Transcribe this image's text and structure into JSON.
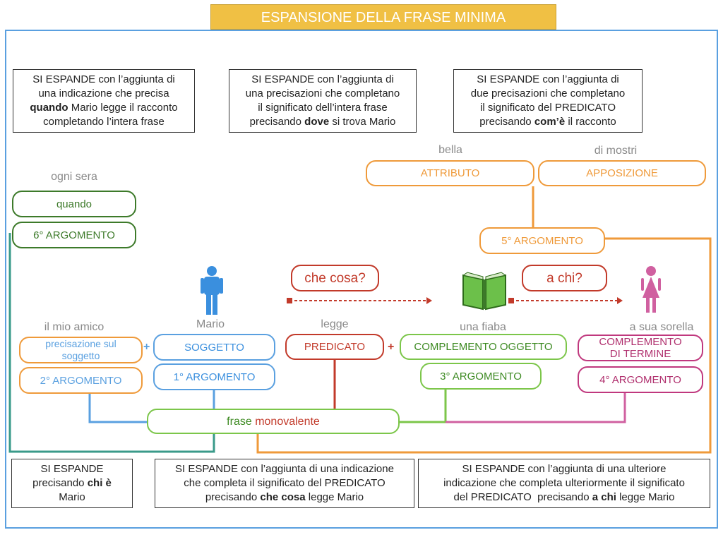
{
  "title": "ESPANSIONE DELLA FRASE MINIMA",
  "notes": {
    "top_left": [
      "SI ESPANDE con l’aggiunta di",
      "una indicazione che precisa",
      {
        "bold": "quando",
        "rest": " Mario legge il racconto"
      },
      "completando l’intera frase"
    ],
    "top_mid": [
      "SI ESPANDE con l’aggiunta di",
      "una precisazioni che completano",
      "il significato dell’intera frase",
      {
        "pre": "precisando ",
        "bold": "dove",
        "rest": " si trova Mario"
      }
    ],
    "top_right": [
      "SI ESPANDE con l’aggiunta di",
      "due precisazioni che completano",
      "il significato del PREDICATO",
      {
        "pre": "precisando ",
        "bold": "com’è",
        "rest": " il racconto"
      }
    ],
    "bottom_left": [
      "SI ESPANDE",
      {
        "pre": "precisando ",
        "bold": "chi è"
      },
      "Mario"
    ],
    "bottom_mid": [
      "SI ESPANDE con l’aggiunta di una indicazione",
      "che completa il significato del PREDICATO",
      {
        "pre": "precisando ",
        "bold": "che cosa",
        "rest": " legge Mario"
      }
    ],
    "bottom_right": [
      "SI ESPANDE con l’aggiunta di una ulteriore",
      "indicazione che completa ulteriormente il significato",
      {
        "pre": "del PREDICATO  precisando ",
        "bold": "a chi",
        "rest": " legge Mario"
      }
    ]
  },
  "labels": {
    "ogni_sera": "ogni sera",
    "bella": "bella",
    "di_mostri": "di mostri",
    "mario": "Mario",
    "il_mio_amico": "il mio amico",
    "legge": "legge",
    "una_fiaba": "una fiaba",
    "a_sua_sorella": "a sua sorella"
  },
  "pills": {
    "quando": "quando",
    "arg6": "6° ARGOMENTO",
    "attributo": "ATTRIBUTO",
    "apposizione": "APPOSIZIONE",
    "arg5": "5° ARGOMENTO",
    "precisazione": "precisazione sul soggetto",
    "arg2": "2° ARGOMENTO",
    "soggetto": "SOGGETTO",
    "arg1": "1° ARGOMENTO",
    "predicato": "PREDICATO",
    "compl_oggetto": "COMPLEMENTO OGGETTO",
    "arg3": "3° ARGOMENTO",
    "compl_termine": "COMPLEMENTO DI TERMINE",
    "arg4": "4° ARGOMENTO",
    "che_cosa": "che cosa?",
    "a_chi": "a chi?",
    "frase": "frase",
    "monovalente": "monovalente"
  },
  "plus": "+",
  "colors": {
    "frame": "#5aa0e0",
    "title_bg": "#f0c044",
    "green": "#3d7a2a",
    "light_green": "#7cc64a",
    "orange": "#ef9a3a",
    "blue": "#5aa0e0",
    "red": "#c23a2a",
    "magenta": "#c0387e",
    "teal": "#3a9a8a"
  },
  "icons": [
    "person-male-icon",
    "open-book-icon",
    "person-female-icon"
  ]
}
